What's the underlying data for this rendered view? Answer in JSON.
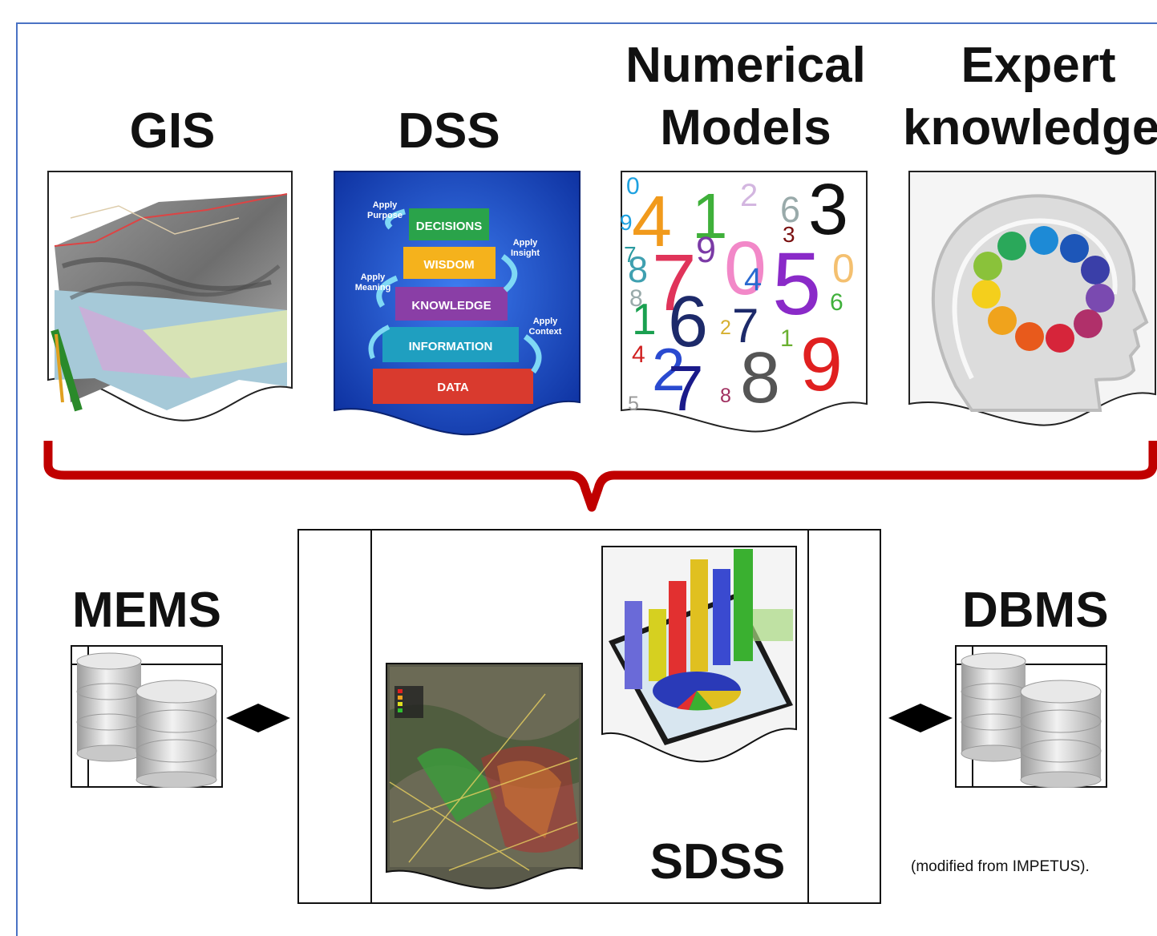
{
  "top_labels": {
    "gis": "GIS",
    "dss": "DSS",
    "numerical_line1": "Numerical",
    "numerical_line2": "Models",
    "expert_line1": "Expert",
    "expert_line2": "knowledge"
  },
  "dss_pyramid": {
    "levels": [
      "DECISIONS",
      "WISDOM",
      "KNOWLEDGE",
      "INFORMATION",
      "DATA"
    ],
    "arrows": {
      "purpose_line1": "Apply",
      "purpose_line2": "Purpose",
      "insight_line1": "Apply",
      "insight_line2": "Insight",
      "meaning_line1": "Apply",
      "meaning_line2": "Meaning",
      "context_line1": "Apply",
      "context_line2": "Context"
    }
  },
  "numbers_image": {
    "digits": [
      "0",
      "4",
      "7",
      "1",
      "2",
      "6",
      "3",
      "9",
      "3",
      "8",
      "7",
      "9",
      "0",
      "4",
      "5",
      "0",
      "8",
      "1",
      "6",
      "2",
      "7",
      "6",
      "4",
      "2",
      "7",
      "8",
      "1",
      "9",
      "8",
      "5"
    ]
  },
  "bottom_labels": {
    "mems": "MEMS",
    "dbms": "DBMS",
    "sdss": "SDSS"
  },
  "note": "(modified from IMPETUS).",
  "colors": {
    "brace": "#c00000",
    "frame_border": "#4a72c4",
    "dss_background": "#1a4fc4"
  }
}
